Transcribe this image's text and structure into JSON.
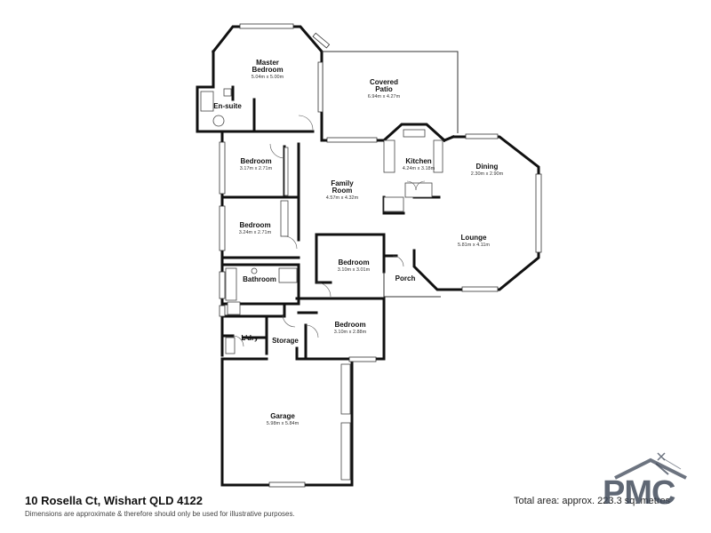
{
  "rooms": {
    "master": {
      "name_1": "Master",
      "name_2": "Bedroom",
      "dim": "5.04m x 5.00m"
    },
    "ensuite": {
      "name": "En-suite"
    },
    "patio": {
      "name_1": "Covered",
      "name_2": "Patio",
      "dim": "6.94m x 4.27m"
    },
    "bed2": {
      "name": "Bedroom",
      "dim": "3.17m x 2.71m"
    },
    "family": {
      "name_1": "Family",
      "name_2": "Room",
      "dim": "4.57m x 4.32m"
    },
    "kitchen": {
      "name": "Kitchen",
      "dim": "4.24m x 3.18m"
    },
    "dining": {
      "name": "Dining",
      "dim": "2.30m x 2.90m"
    },
    "bed3": {
      "name": "Bedroom",
      "dim": "3.24m x 2.71m"
    },
    "lounge": {
      "name": "Lounge",
      "dim": "5.81m x 4.11m"
    },
    "bed4": {
      "name": "Bedroom",
      "dim": "3.10m x 3.01m"
    },
    "bathroom": {
      "name": "Bathroom"
    },
    "porch": {
      "name": "Porch"
    },
    "bed5": {
      "name": "Bedroom",
      "dim": "3.10m x 2.88m"
    },
    "laundry": {
      "name": "L'dry"
    },
    "storage": {
      "name": "Storage"
    },
    "garage": {
      "name": "Garage",
      "dim": "5.98m x 5.84m"
    }
  },
  "footer": {
    "address": "10 Rosella Ct, Wishart QLD 4122",
    "disclaimer": "Dimensions are approximate & therefore should only be used for illustrative purposes.",
    "total_area": "Total area: approx. 223.3 sq. metres"
  },
  "logo": {
    "text": "PMC"
  },
  "colors": {
    "wall": "#111111",
    "logo": "#3c4655"
  }
}
